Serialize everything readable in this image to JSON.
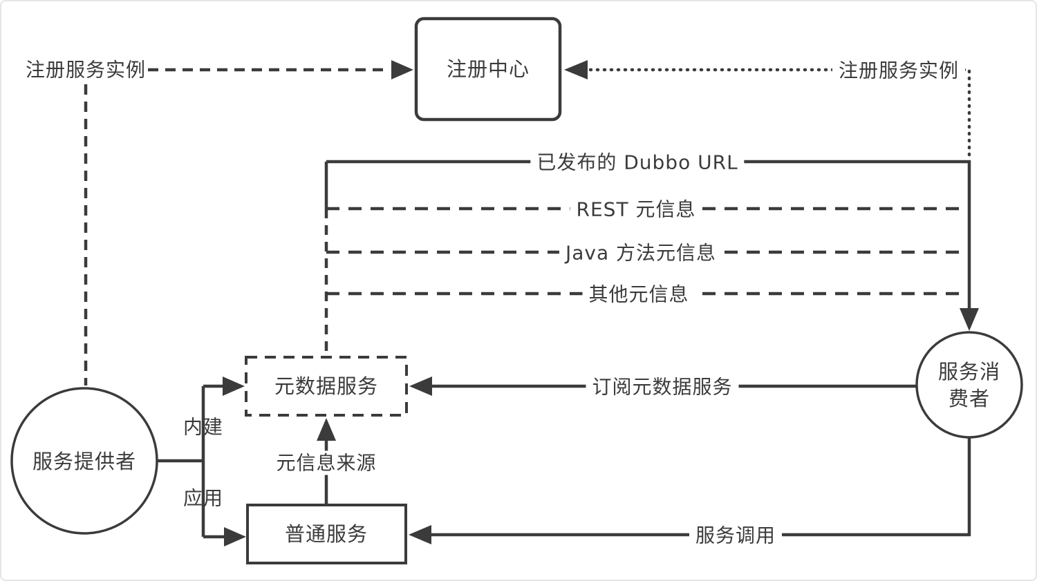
{
  "colors": {
    "line": "#3b3b3b",
    "text": "#3b3b3b",
    "background": "#ffffff"
  },
  "nodes": {
    "registry": {
      "label": "注册中心",
      "shape": "rounded-rect"
    },
    "provider": {
      "label": "服务提供者",
      "shape": "circle"
    },
    "consumer": {
      "label": "服务消\n费者",
      "shape": "circle"
    },
    "metadata_service": {
      "label": "元数据服务",
      "shape": "dashed-rect"
    },
    "normal_service": {
      "label": "普通服务",
      "shape": "rect"
    }
  },
  "edges": {
    "provider_register": {
      "label": "注册服务实例",
      "style": "dashed",
      "from": "provider",
      "to": "registry"
    },
    "consumer_register": {
      "label": "注册服务实例",
      "style": "dotted",
      "from": "consumer",
      "to": "registry"
    },
    "dubbo_url": {
      "label": "已发布的 Dubbo URL",
      "style": "solid",
      "from": "metadata_service",
      "to": "consumer"
    },
    "rest_meta": {
      "label": "REST 元信息",
      "style": "dashed",
      "from": "metadata_service",
      "to": "consumer"
    },
    "java_meta": {
      "label": "Java 方法元信息",
      "style": "dashed",
      "from": "metadata_service",
      "to": "consumer"
    },
    "other_meta": {
      "label": "其他元信息",
      "style": "dashed",
      "from": "metadata_service",
      "to": "consumer"
    },
    "subscribe_metadata": {
      "label": "订阅元数据服务",
      "style": "solid",
      "from": "consumer",
      "to": "metadata_service"
    },
    "builtin": {
      "label": "内建",
      "style": "solid",
      "from": "provider",
      "to": "metadata_service"
    },
    "application": {
      "label": "应用",
      "style": "solid",
      "from": "provider",
      "to": "normal_service"
    },
    "meta_source": {
      "label": "元信息来源",
      "style": "solid",
      "from": "normal_service",
      "to": "metadata_service"
    },
    "service_invoke": {
      "label": "服务调用",
      "style": "solid",
      "from": "consumer",
      "to": "normal_service"
    }
  }
}
